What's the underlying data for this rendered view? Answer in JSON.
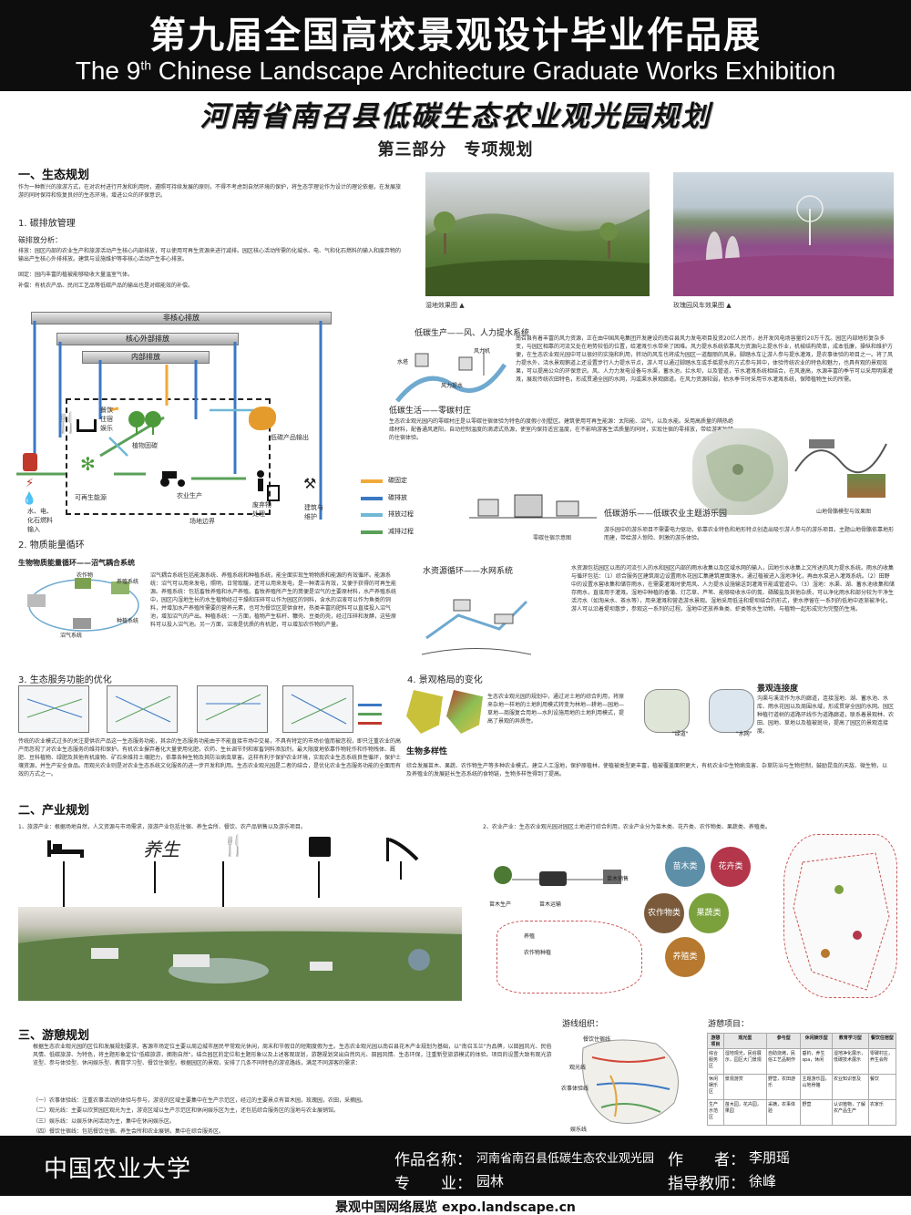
{
  "header": {
    "title_zh": "第九届全国高校景观设计毕业作品展",
    "title_en_pre": "The 9",
    "title_en_sup": "th",
    "title_en_post": " Chinese Landscape Architecture Graduate Works Exhibition"
  },
  "project_title": "河南省南召县低碳生态农业观光园规划",
  "part_title": "第三部分　专项规划",
  "s1": {
    "heading": "一、生态规划",
    "intro": "作为一种新兴的旅游方式，在对农村进行开发和利用时，遵照可持续发展的原则，不得不考虑到自然环境的保护，将生态学理论作为设计的理论依据，在发展旅游的同时保持和恢复良好的生态环境，增进公众的环保意识。",
    "carbon": {
      "heading": "1. 碳排放管理",
      "analysis_heading": "碳排放分析：",
      "lines": [
        "排放：园区内部的农业生产和旅游活动产生核心内部排放，可以使用可再生资源来进行减排。园区核心活动所需的化城水、电、气和化石燃料的输入和废弃物的输出产生核心外排排放。建筑与设施维护等非核心活动产生非心排放。",
        "固定：园内丰富的植被能够吸收大量温室气体。",
        "补偿：有机农产品、民间工艺品等低碳产品的输出也是对碳能效的补偿。"
      ]
    },
    "photo_caption_1": "湿地效果图",
    "photo_caption_2": "玫瑰园风车效果图",
    "diagram": {
      "band_outer": "非核心排放",
      "band_mid": "核心外部排放",
      "band_inner": "内部排放",
      "lodging": "餐饮\n住宿\n娱乐",
      "plants": "植物固碳",
      "lowcarbon": "低碳产品输出",
      "renew": "可再生能源",
      "farm": "农业生产",
      "waste": "废弃物\n处理",
      "build": "建筑与\n维护",
      "inputs": "水、电、\n化石燃料\n输入",
      "boundary": "场地边界",
      "legend": [
        "碳固定",
        "碳排放",
        "排放过程",
        "减排过程"
      ],
      "legend_colors": [
        "#f2a93b",
        "#3b78c4",
        "#6fb8d6",
        "#5aa05a"
      ]
    },
    "energy": {
      "heading": "2. 物质能量循环",
      "sub": "生物物质能量循环——沼气耦合系统",
      "labels": [
        "养殖系统",
        "种植系统",
        "沼气系统",
        "农作物"
      ],
      "text": "沼气耦合系统包括能源系统、养殖系统和种植系统，能全面实现生物物质和能源的有效循环。能源系统：沼气可以用来发电，照明，日常取暖，还可以用来发电，是一种清洁有效，又便于获得的可再生能源。养殖系统：包括畜牧养殖和水产养殖。畜牧养殖所产生的粪便是沼气的主要原材料，水产养殖系统中，园区内湿地生长的水生植物经过干燥和压碎可以作为园区的饲料，含水的沼液可以作为鱼类的饲料，并增加水产养殖所需要的营养元素，也可为餐饮区提供食材，热类丰富的肥料可以直接投入沼气池，增加沼气的产出。种植系统：一方面，植物产生秸秆、糠壳、豆类的壳，经过压碎和发酵，这些原料可以投入沼气池。另一方面，沼液是优质的有机肥，可以增加农作物的产量。"
    },
    "water": {
      "heading": "水资源循环——水网系统",
      "text": "水资源包括园区以南的河流引入的水和园区内部的雨水收集以及区域水网的输入，因地引水收集上文所述的风力提水系统。雨水的收集与循环包括：（1）综合服务区建筑周边设置雨水花园汇集建筑屋面落水，通过植被进入湿地净化，再由水泵进入灌溉系统。（2）田野中的设置水窖收集和储存雨水，在需要灌溉时使用风、人力提水设施输送到灌溉节能或管道中。（3）湿地：水渠、湖、蓄水池收集和储存雨水，直接用于灌溉。湿地中种植的香蒲、灯芯草、芦苇、能够吸收水中的氮、磷酸盐及其他杂质，可以净化雨水和部分较为干净生活污水（如淘米水、茶水等），用来灌溉和营造游水景观。湿地采用低洼和堤坝结合的形式，使水停留在一系列的低地中逐渐被净化，游人可以沿着堤坝散步，参观这一系列的过程。湿地中还放养鱼类、虾类等水生动物，与植物一起形成完为完整的生境。"
    },
    "windpump": {
      "heading": "低碳生产——风、人力提水系统",
      "text": "南召县有着丰富的风力资源，正在由中国风电集团开发建设的南召县风力发电项目投资20亿人民币，总开发风电场容量约20万千瓦。园区内部地形复杂多变，与园区相靠的河流又处在地势较低的位置，给灌溉引水带来了困难。风力提水系统依靠风力资源向上提水作业，机械结构简单，成本低廉，操纵和维护方便，在生态农业观光园中可以很好的实施和利用，转动的风车也将成为园区一道靓丽的风景。脚踏水车让游人参与提水灌溉，是农事体验的项目之一。将了风力提水外，浇水景观鹅道上还设置步行人力提水节点，游人可以通过脚踏水车或手摇提水的方式参与其中，体验传统农业的特色和魅力，也具有观的景观效果，可以提高公众的环保意识。风、人力力发电设备与水渠，蓄水池，拦水坝，以及管道，节水灌溉系统相结合，在风速高，水源丰富的季节可以采用明渠灌溉，展现传统农田特色，形成贯通全园的水网，沟或渠水景观廊道。在风力资源较弱，枯水季节时采用节水灌溉系统，保障植物生长的所需。",
      "labels": [
        "水塔",
        "风力提水",
        "风力机"
      ]
    },
    "village": {
      "heading": "低碳生活——零碳村庄",
      "text": "生态农业观光园内的零碳村庄是以零碳住宿体验为特色的度假小别墅区。建筑使用可再生能源：太阳能、沼气，以及水能。采用高质量的隔热绝缘材料，配备通风遮阳，自动控制温度的滴滤式热源，使室内保持适宜温度，在不影响游客生活质量的同时，实现住宿的零排放，带给游客独特的住宿体验。",
      "caption": "零碳住宿示意图"
    },
    "theme": {
      "heading": "低碳游乐——低碳农业主题游乐园",
      "text": "游乐园中的游乐项目不需要电力驱动，依靠农业特色和地形特点创造出吸引游人参与的游乐项目。主题山地骨骼依靠地形而建，带给游人惊险、刺激的游乐体验。",
      "caption": "山地骨骼模型与效果图"
    },
    "service": {
      "heading": "3. 生态服务功能的优化",
      "text": "传统的农业模式过多的关注提供农产品这一生态服务功能，其余的生态服务功能由于不能直接市场中交易，不具有特定的市场价值而被忽视，即只注重农业的高产而忽视了对农业生态服务的维持和保护。有机农业摒弃着化大量使用化肥，农药、生长调节剂和家畜饲料添加剂，最大限度地依靠作物轮作和作物残体、厩肥、豆科植物、绿肥及其他有机废物、矿石来维持土壤肥力，依靠各种生物及其防治病虫草害。这样有利于保护农业环境，实现农业生态系统良性循环，保护土壤资源，并生产安全食品。而观光农业则是对农业生态系统文化服务的进一步开发和利用。生态农业观光园是二者的结合，是优化农业生态服务功能的全面而有效的方式之一。"
    },
    "pattern": {
      "heading": "4. 景观格局的变化",
      "text": "生态农业观光园的规划中，通过对土地的综合利用，将原来杂地一样地的土地利用模式转变为林地—耕地—园地—草地—商服复合用地—水利设施用地的土地利用模式，提高了景观的异质性。",
      "links_heading": "景观连接度",
      "links_text": "沟渠与溪流作为水的廊道，连接湿地、湖、蓄水池、水库、雨水花园以及周围水域，形成贯穿全园的水网。园区种植行道树的道路环线作为道路廊道，联系着景观林、农田、园地、草地以及植被斑块，提高了园区的景观连接度。",
      "labels": [
        "\"绿道\"",
        "\"水网\""
      ],
      "bio_heading": "生物多样性",
      "bio_text": "综合发展苗木、果蔬、农作物生产等多种农业模式，建立人工湿地，保护原植林，使植被类型更丰富，植被覆盖面积更大，有机农业中生物病虫害、杂草防治与生物控制，鼓励昆虫的天敌、微生物，以及养殖业的发展延长生态系统的食物链，生物多样性得到了提高。"
    }
  },
  "s2": {
    "heading": "二、产业规划",
    "tourism": "1、旅游产业：根据场地自然，人文资源与市场需求，旅游产业包括住宿、养生会所、餐饮、农产品销售以及游乐项目。",
    "yangsheng": "养生",
    "agri": "2、农业产业：生态农业观光园对园区土地进行综合利用，农业产业分为苗木类、花卉类、农作物类、果蔬类、养殖类。",
    "hex": [
      "苗木类",
      "花卉类",
      "农作物类",
      "果蔬类",
      "养殖类"
    ],
    "hex_colors": [
      "#5e8fa8",
      "#b3364a",
      "#7a5a3a",
      "#7ba13c",
      "#b7792f"
    ],
    "chain_labels": [
      "苗木生产",
      "苗木运输",
      "苗木销售",
      "养殖",
      "农作物种植"
    ]
  },
  "s3": {
    "heading": "三、游憩规划",
    "text": "根据生态农业观光园的区位和发展规划要求，客源市场定位主要以周边城市居民平常观光休闲，周末和节假日的短期度假为主。生态农业观光园以南召县花木产业规划为基础，以\"南召玉兰\"为品牌，以田园风光、民俗风情、低碳旅游、为特色，将主题形象定位\"低碳旅游，拥抱自然\"。结合园区的定位和主题形象以及上述客观现划，游憩规划突出自然风光、田园风情、生态环保，注重新型旅游模式的体验。项目的设置大致有观光游览型、参与体验型、休闲娱乐型、教育学习型、餐饮住宿型。根据园区的景观，安排了几条不同特色的游览路线，满足不同游客的需求：",
    "routes": [
      "（一）农事体验线：注重农事活动的体验与参与，游览的区域主要集中在生产示范区，经过的主要景点有苗木园，玫瑰园，农田，采摘园。",
      "（二）观光线：主要以欣赏园区观光为主，游览区域以生产示范区和休闲娱乐区为主，还包括综合服务区的湿地与农业展销馆。",
      "（三）娱乐线：以娱乐休闲活动为主，集中在休闲娱乐区。",
      "（四）餐饮住宿线：包括餐饮住宿、养生会所和农业展销，集中在综合服务区。"
    ],
    "org_heading": "游线组织：",
    "org_labels": [
      "餐饮住宿线",
      "观光线",
      "农事体验线",
      "娱乐线"
    ],
    "proj_heading": "游憩项目：",
    "table_head": [
      "游憩项目",
      "观光型",
      "参与型",
      "休闲娱乐型",
      "教育学习型",
      "餐饮住宿型"
    ],
    "table_rows": [
      [
        "综合服务区",
        "湿地观光，民俗展示，园区大门景观",
        "自助烧烤，民俗工艺品制作",
        "垂钓，养生spa，休闲",
        "湿地净化展示，低碳技术展示",
        "零碳村庄，养生会所"
      ],
      [
        "休闲娱乐区",
        "景观游赏",
        "野营，农田游乐",
        "主题游乐园，山地骨骼",
        "农业知识普及",
        "餐饮"
      ],
      [
        "生产示范区",
        "苗木园，花卉园，果园",
        "采摘，农事体验",
        "野营",
        "认识植物，了解农产品生产",
        "农家乐"
      ]
    ]
  },
  "footer": {
    "school": "中国农业大学",
    "work_label": "作品名称：",
    "work_value": "河南省南召县低碳生态农业观光园",
    "author_label": "作　　者：",
    "author_value": "李朋瑶",
    "major_label": "专　　业：",
    "major_value": "园林",
    "advisor_label": "指导教师：",
    "advisor_value": "徐峰",
    "bottom": "景观中国网络展览 expo.landscape.cn"
  }
}
